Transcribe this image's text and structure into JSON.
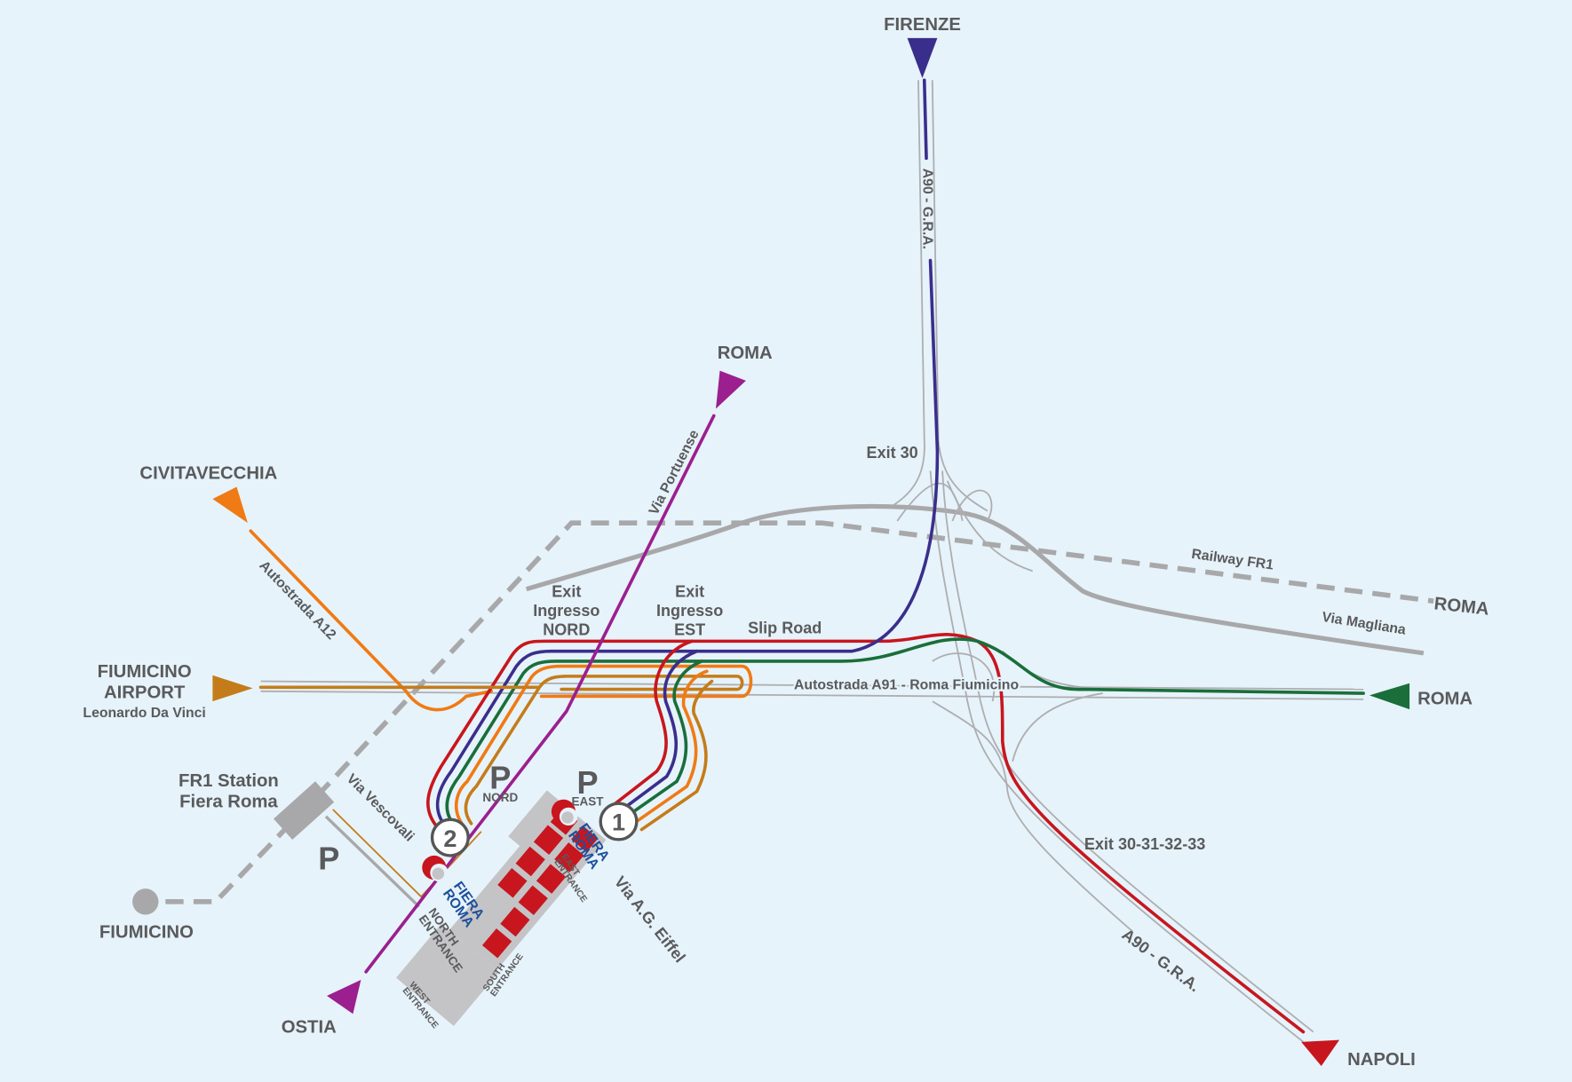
{
  "colors": {
    "background": "#e6f3fa",
    "red": "#c8161e",
    "navy": "#3a2e8c",
    "green": "#1a6e3a",
    "orange": "#f07a14",
    "brown": "#c47c1a",
    "magenta": "#9b1f8f",
    "gray": "#a8a8aa",
    "fiera_blue": "#1d4f9c"
  },
  "destinations": {
    "firenze": "FIRENZE",
    "roma_north": "ROMA",
    "civitavecchia": "CIVITAVECCHIA",
    "fiumicino_airport_1": "FIUMICINO",
    "fiumicino_airport_2": "AIRPORT",
    "fiumicino_airport_3": "Leonardo Da Vinci",
    "roma_east": "ROMA",
    "roma_rail": "ROMA",
    "napoli": "NAPOLI",
    "ostia": "OSTIA",
    "fiumicino": "FIUMICINO"
  },
  "roads": {
    "a90_north": "A90 - G.R.A.",
    "a90_south": "A90 - G.R.A.",
    "via_portuense": "Via Portuense",
    "autostrada_a12": "Autostrada A12",
    "railway_fr1": "Railway FR1",
    "via_magliana": "Via Magliana",
    "autostrada_a91": "Autostrada A91 - Roma Fiumicino",
    "via_vescovali": "Via Vescovali",
    "via_eiffel": "Via A.G. Eiffel"
  },
  "labels": {
    "exit_30": "Exit 30",
    "exit_30_33": "Exit 30-31-32-33",
    "exit_nord": [
      "Exit",
      "Ingresso",
      "NORD"
    ],
    "exit_est": [
      "Exit",
      "Ingresso",
      "EST"
    ],
    "slip_road": "Slip Road",
    "fr1_station": [
      "FR1 Station",
      "Fiera Roma"
    ]
  },
  "parking": {
    "p_symbol": "P",
    "nord": "NORD",
    "east": "EAST"
  },
  "markers": {
    "one": "1",
    "two": "2"
  },
  "fiera": {
    "logo": [
      "FIERA",
      "ROMA"
    ],
    "north_entrance": [
      "NORTH",
      "ENTRANCE"
    ],
    "east_entrance": [
      "EAST",
      "ENTRANCE"
    ],
    "south_entrance": [
      "SOUTH",
      "ENTRANCE"
    ],
    "west_entrance": [
      "WEST",
      "ENTRANCE"
    ]
  }
}
